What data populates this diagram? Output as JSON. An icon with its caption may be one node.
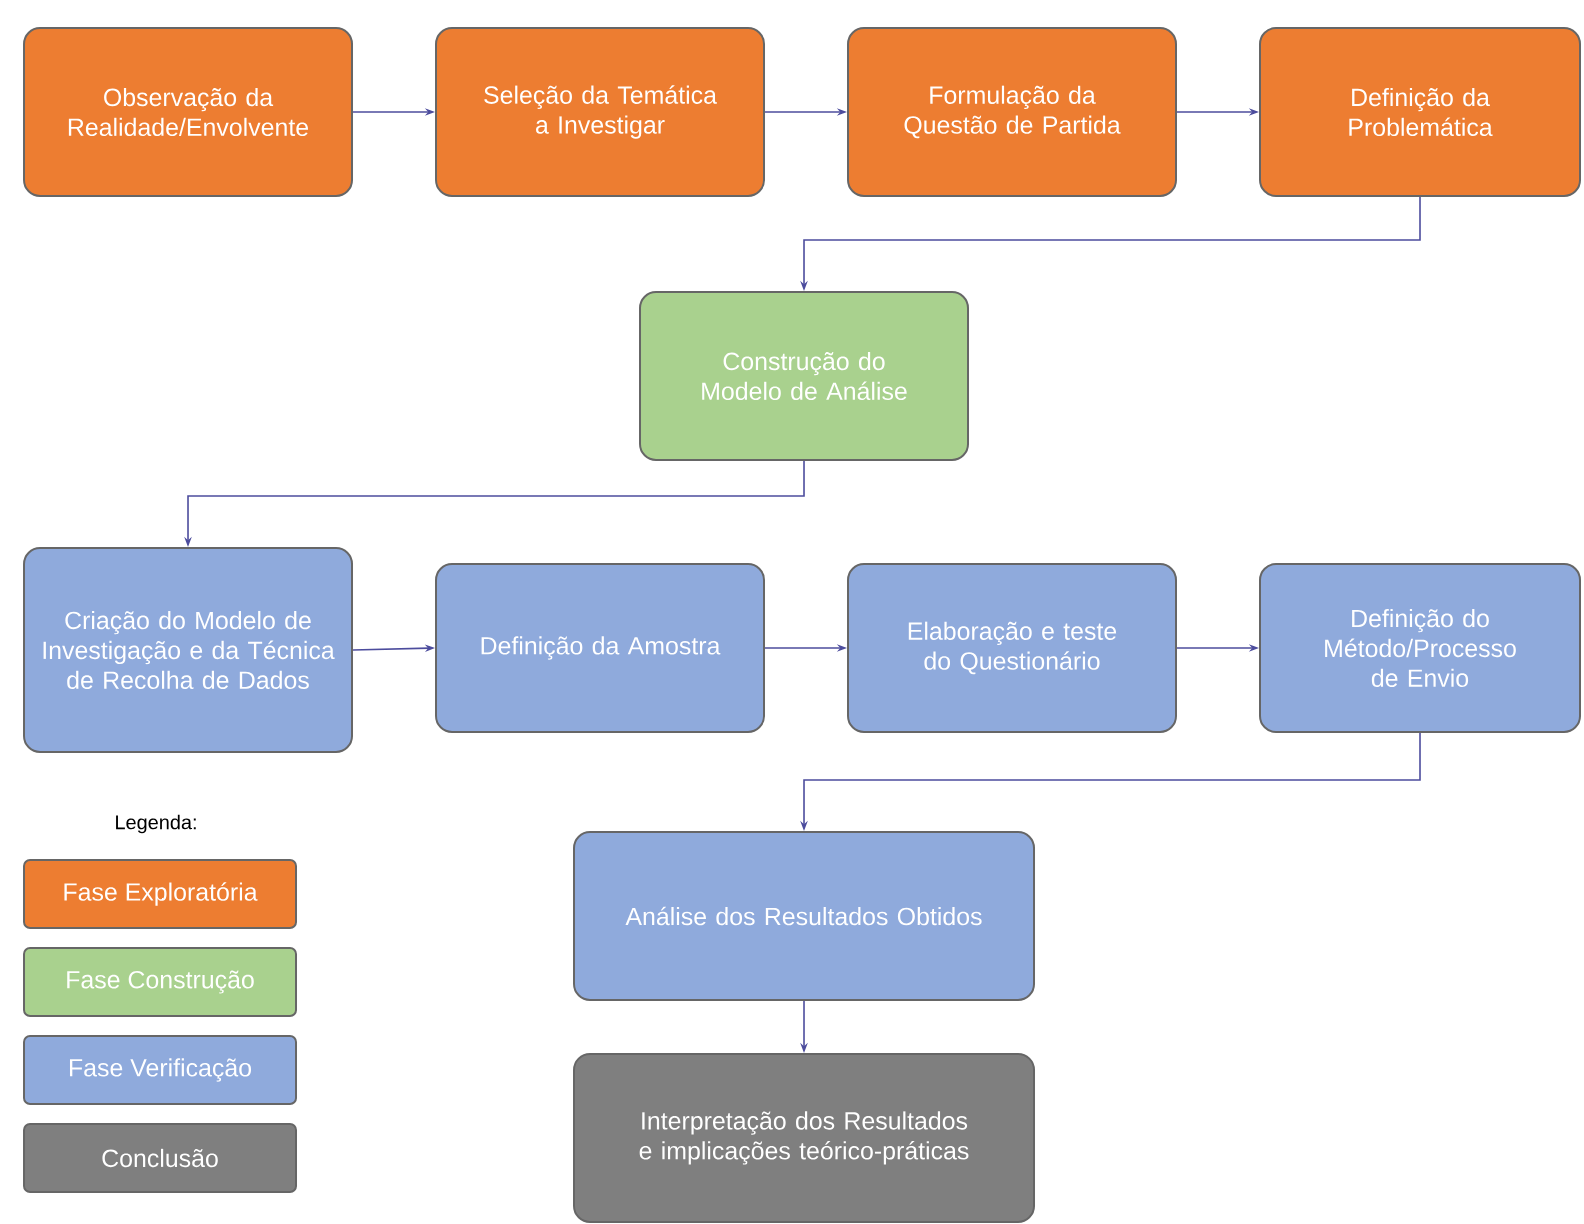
{
  "diagram": {
    "nodes": [
      {
        "text": [
          "Observação da Realidade/Envolvente"
        ]
      },
      {
        "text": [
          "Seleção da Temática a Investigar"
        ]
      },
      {
        "text": [
          "Formulação da Questão de Partida"
        ]
      },
      {
        "text": [
          "Definição da Problemática"
        ]
      },
      {
        "text": [
          "Construção do Modelo de Análise"
        ]
      },
      {
        "text": [
          "Criação do Modelo de Investigação e da Técnica de Recolha de Dados"
        ]
      },
      {
        "text": [
          "Definição da Amostra"
        ]
      },
      {
        "text": [
          "Elaboração e teste do Questionário"
        ]
      },
      {
        "text": [
          "Definição do Método/Processo de Envio"
        ]
      },
      {
        "text": [
          "Análise dos Resultados Obtidos"
        ]
      },
      {
        "text": [
          "Interpretação dos Resultados e implicações teórico-práticas"
        ]
      }
    ],
    "edges": [
      {
        "from": 0,
        "to": 1,
        "arrow": "to"
      },
      {
        "from": 1,
        "to": 2,
        "arrow": "to"
      },
      {
        "from": 2,
        "to": 3,
        "arrow": "to"
      },
      {
        "from": 3,
        "to": 4,
        "arrow": "to"
      },
      {
        "from": 4,
        "to": 5,
        "arrow": "to"
      },
      {
        "from": 5,
        "to": 6,
        "arrow": "to"
      },
      {
        "from": 6,
        "to": 7,
        "arrow": "to"
      },
      {
        "from": 7,
        "to": 8,
        "arrow": "to"
      },
      {
        "from": 8,
        "to": 9,
        "arrow": "to"
      },
      {
        "from": 9,
        "to": 10,
        "arrow": "to"
      }
    ],
    "labels": [
      "Legenda:"
    ],
    "legend": [
      {
        "text": "Fase Exploratória",
        "color": "#ed7d31"
      },
      {
        "text": "Fase Construção",
        "color": "#a9d18e"
      },
      {
        "text": "Fase Verificação",
        "color": "#8faadc"
      },
      {
        "text": "Conclusão",
        "color": "#7f7f7f"
      }
    ]
  }
}
